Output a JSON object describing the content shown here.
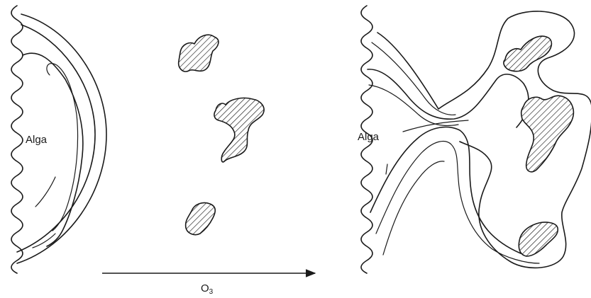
{
  "labels": {
    "alga_left": "Alga",
    "alga_right": "Alga",
    "arrow_main": "O",
    "arrow_sub": "3"
  },
  "colors": {
    "ink": "#1a1a1a",
    "background": "#ffffff"
  }
}
